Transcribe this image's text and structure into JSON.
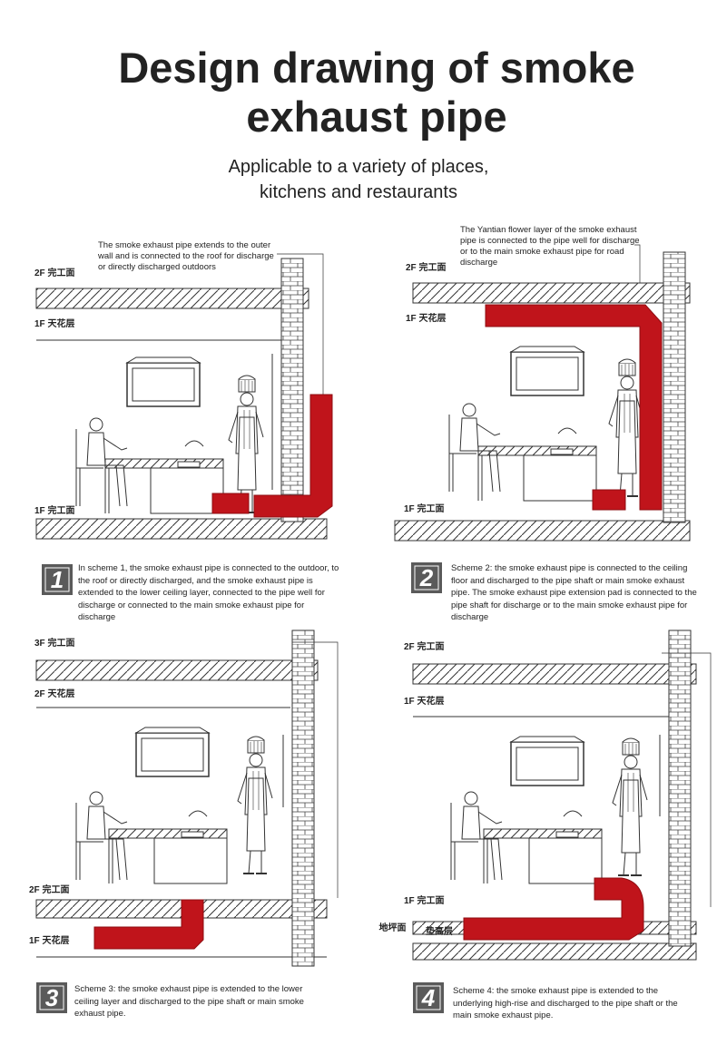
{
  "header": {
    "title_line1": "Design drawing of smoke",
    "title_line2": "exhaust pipe",
    "subtitle_line1": "Applicable to a variety of places,",
    "subtitle_line2": "kitchens and restaurants"
  },
  "colors": {
    "pipe": "#c0141b",
    "pipe_dark": "#8e0d12",
    "line": "#333333",
    "badge": "#5a5a5a"
  },
  "panels": [
    {
      "number": "1",
      "note": "The smoke exhaust pipe extends to the outer wall and is connected to the roof for discharge or directly discharged outdoors",
      "labels": [
        "2F 完工面",
        "1F 天花层",
        "1F 完工面"
      ],
      "caption": "In scheme 1, the smoke exhaust pipe is connected to the outdoor, to the roof or directly discharged, and the smoke exhaust pipe is extended to the lower ceiling layer, connected to the pipe well for discharge or connected to the main smoke exhaust pipe for discharge"
    },
    {
      "number": "2",
      "note": "The Yantian flower layer of the smoke exhaust pipe is connected to the pipe well for discharge or to the main smoke exhaust pipe for road discharge",
      "labels": [
        "2F 完工面",
        "1F 天花层",
        "1F 完工面"
      ],
      "caption": "Scheme 2: the smoke exhaust pipe is connected to the ceiling floor and discharged to the pipe shaft or main smoke exhaust pipe. The smoke exhaust pipe extension pad is connected to the pipe shaft for discharge or to the main smoke exhaust pipe for discharge"
    },
    {
      "number": "3",
      "note": "",
      "labels": [
        "3F 完工面",
        "2F 天花层",
        "2F 完工面",
        "1F 天花层"
      ],
      "caption": "Scheme 3: the smoke exhaust pipe is extended to the lower ceiling layer and discharged to the pipe shaft or main smoke exhaust pipe."
    },
    {
      "number": "4",
      "note": "",
      "labels": [
        "2F 完工面",
        "1F 天花层",
        "1F 完工面",
        "1F 地坪面",
        "垫高层"
      ],
      "caption": "Scheme 4: the smoke exhaust pipe is extended to the underlying high-rise and discharged to the pipe shaft or the main smoke exhaust pipe."
    }
  ]
}
